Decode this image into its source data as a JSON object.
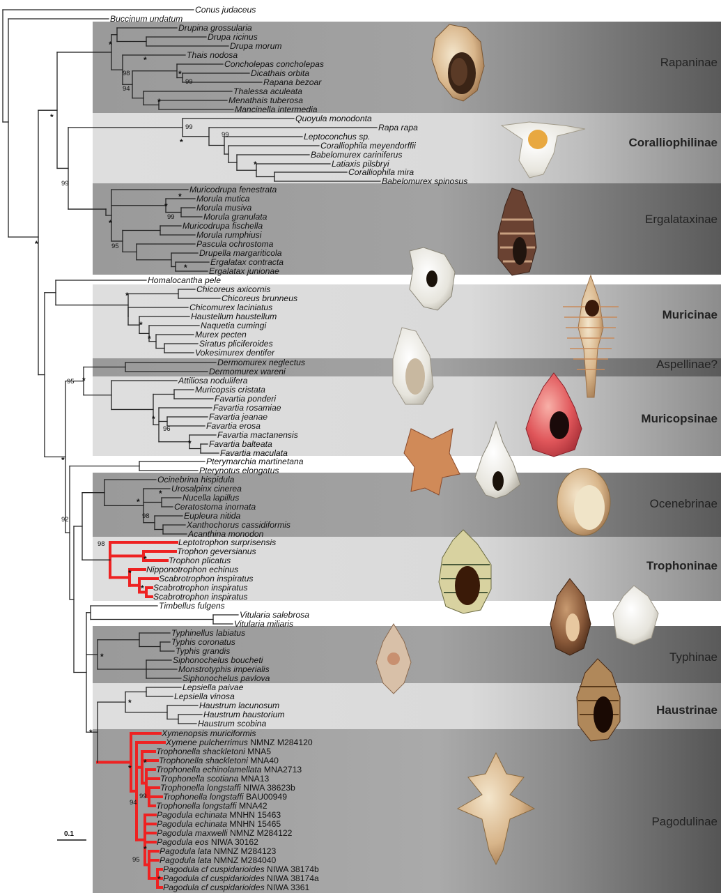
{
  "colors": {
    "highlight": "#ee2222",
    "branch": "#222222"
  },
  "scale_label": "0.1",
  "subfamilies": [
    {
      "name": "Rapaninae",
      "bold": false
    },
    {
      "name": "Coralliophilinae",
      "bold": true
    },
    {
      "name": "Ergalataxinae",
      "bold": false
    },
    {
      "name": "Muricinae",
      "bold": true
    },
    {
      "name": "Aspellinae?",
      "bold": false
    },
    {
      "name": "Muricopsinae",
      "bold": true
    },
    {
      "name": "Ocenebrinae",
      "bold": false
    },
    {
      "name": "Trophoninae",
      "bold": true
    },
    {
      "name": "Typhinae",
      "bold": false
    },
    {
      "name": "Haustrinae",
      "bold": true
    },
    {
      "name": "Pagodulinae",
      "bold": false
    }
  ],
  "taxa": [
    {
      "name": "Conus judaceus",
      "suffix": ""
    },
    {
      "name": "Buccinum undatum",
      "suffix": ""
    },
    {
      "name": "Drupina grossularia",
      "suffix": ""
    },
    {
      "name": "Drupa ricinus",
      "suffix": ""
    },
    {
      "name": "Drupa morum",
      "suffix": ""
    },
    {
      "name": "Thais nodosa",
      "suffix": ""
    },
    {
      "name": "Concholepas concholepas",
      "suffix": ""
    },
    {
      "name": "Dicathais orbita",
      "suffix": ""
    },
    {
      "name": "Rapana bezoar",
      "suffix": ""
    },
    {
      "name": "Thalessa aculeata",
      "suffix": ""
    },
    {
      "name": "Menathais tuberosa",
      "suffix": ""
    },
    {
      "name": "Mancinella intermedia",
      "suffix": ""
    },
    {
      "name": "Quoyula monodonta",
      "suffix": ""
    },
    {
      "name": "Rapa rapa",
      "suffix": ""
    },
    {
      "name": "Leptoconchus sp.",
      "suffix": ""
    },
    {
      "name": "Coralliophila meyendorffii",
      "suffix": ""
    },
    {
      "name": "Babelomurex cariniferus",
      "suffix": ""
    },
    {
      "name": "Latiaxis pilsbryi",
      "suffix": ""
    },
    {
      "name": "Coralliophila mira",
      "suffix": ""
    },
    {
      "name": "Babelomurex spinosus",
      "suffix": ""
    },
    {
      "name": "Muricodrupa fenestrata",
      "suffix": ""
    },
    {
      "name": "Morula mutica",
      "suffix": ""
    },
    {
      "name": "Morula musiva",
      "suffix": ""
    },
    {
      "name": "Morula granulata",
      "suffix": ""
    },
    {
      "name": "Muricodrupa fischella",
      "suffix": ""
    },
    {
      "name": "Morula rumphiusi",
      "suffix": ""
    },
    {
      "name": "Pascula ochrostoma",
      "suffix": ""
    },
    {
      "name": "Drupella margariticola",
      "suffix": ""
    },
    {
      "name": "Ergalatax contracta",
      "suffix": ""
    },
    {
      "name": "Ergalatax junionae",
      "suffix": ""
    },
    {
      "name": "Homalocantha pele",
      "suffix": ""
    },
    {
      "name": "Chicoreus axicornis",
      "suffix": ""
    },
    {
      "name": "Chicoreus brunneus",
      "suffix": ""
    },
    {
      "name": "Chicomurex laciniatus",
      "suffix": ""
    },
    {
      "name": "Haustellum haustellum",
      "suffix": ""
    },
    {
      "name": "Naquetia cumingi",
      "suffix": ""
    },
    {
      "name": "Murex pecten",
      "suffix": ""
    },
    {
      "name": "Siratus pliciferoides",
      "suffix": ""
    },
    {
      "name": "Vokesimurex dentifer",
      "suffix": ""
    },
    {
      "name": "Dermomurex neglectus",
      "suffix": ""
    },
    {
      "name": "Dermomurex wareni",
      "suffix": ""
    },
    {
      "name": "Attiliosa nodulifera",
      "suffix": ""
    },
    {
      "name": "Muricopsis cristata",
      "suffix": ""
    },
    {
      "name": "Favartia ponderi",
      "suffix": ""
    },
    {
      "name": "Favartia rosamiae",
      "suffix": ""
    },
    {
      "name": "Favartia jeanae",
      "suffix": ""
    },
    {
      "name": "Favartia erosa",
      "suffix": ""
    },
    {
      "name": "Favartia mactanensis",
      "suffix": ""
    },
    {
      "name": "Favartia balteata",
      "suffix": ""
    },
    {
      "name": "Favartia maculata",
      "suffix": ""
    },
    {
      "name": "Pterymarchia martinetana",
      "suffix": ""
    },
    {
      "name": "Pterynotus elongatus",
      "suffix": ""
    },
    {
      "name": "Ocinebrina hispidula",
      "suffix": ""
    },
    {
      "name": "Urosalpinx cinerea",
      "suffix": ""
    },
    {
      "name": "Nucella lapillus",
      "suffix": ""
    },
    {
      "name": "Ceratostoma inornata",
      "suffix": ""
    },
    {
      "name": "Eupleura nitida",
      "suffix": ""
    },
    {
      "name": "Xanthochorus cassidiformis",
      "suffix": ""
    },
    {
      "name": "Acanthina monodon",
      "suffix": ""
    },
    {
      "name": "Leptotrophon surprisensis",
      "suffix": ""
    },
    {
      "name": "Trophon geversianus",
      "suffix": ""
    },
    {
      "name": "Trophon plicatus",
      "suffix": ""
    },
    {
      "name": "Nipponotrophon echinus",
      "suffix": ""
    },
    {
      "name": "Scabrotrophon inspiratus",
      "suffix": ""
    },
    {
      "name": "Scabrotrophon inspiratus",
      "suffix": ""
    },
    {
      "name": "Scabrotrophon inspiratus",
      "suffix": ""
    },
    {
      "name": "Timbellus fulgens",
      "suffix": ""
    },
    {
      "name": "Vitularia salebrosa",
      "suffix": ""
    },
    {
      "name": "Vitularia miliaris",
      "suffix": ""
    },
    {
      "name": "Typhinellus labiatus",
      "suffix": ""
    },
    {
      "name": "Typhis coronatus",
      "suffix": ""
    },
    {
      "name": "Typhis grandis",
      "suffix": ""
    },
    {
      "name": "Siphonochelus boucheti",
      "suffix": ""
    },
    {
      "name": "Monstrotyphis imperialis",
      "suffix": ""
    },
    {
      "name": "Siphonochelus pavlova",
      "suffix": ""
    },
    {
      "name": "Lepsiella paivae",
      "suffix": ""
    },
    {
      "name": "Lepsiella vinosa",
      "suffix": ""
    },
    {
      "name": "Haustrum lacunosum",
      "suffix": ""
    },
    {
      "name": "Haustrum haustorium",
      "suffix": ""
    },
    {
      "name": "Haustrum scobina",
      "suffix": ""
    },
    {
      "name": "Xymenopsis muriciformis",
      "suffix": ""
    },
    {
      "name": "Xymene pulcherrimus",
      "suffix": "NMNZ M284120"
    },
    {
      "name": "Trophonella shackletoni",
      "suffix": "MNA5"
    },
    {
      "name": "Trophonella shackletoni",
      "suffix": "MNA40"
    },
    {
      "name": "Trophonella echinolamellata",
      "suffix": "MNA2713"
    },
    {
      "name": "Trophonella scotiana",
      "suffix": "MNA13"
    },
    {
      "name": "Trophonella longstaffi",
      "suffix": "NIWA 38623b"
    },
    {
      "name": "Trophonella longstaffi",
      "suffix": "BAU00949"
    },
    {
      "name": "Trophonella longstaffi",
      "suffix": "MNA42"
    },
    {
      "name": "Pagodula echinata",
      "suffix": "MNHN 15463"
    },
    {
      "name": "Pagodula echinata",
      "suffix": "MNHN 15465"
    },
    {
      "name": "Pagodula maxwelli",
      "suffix": "NMNZ M284122"
    },
    {
      "name": "Pagodula eos",
      "suffix": "NIWA 30162"
    },
    {
      "name": "Pagodula lata",
      "suffix": "NMNZ M284123"
    },
    {
      "name": "Pagodula lata",
      "suffix": "NMNZ M284040"
    },
    {
      "name": "Pagodula cf cuspidarioides",
      "suffix": "NIWA 38174b"
    },
    {
      "name": "Pagodula cf cuspidarioides",
      "suffix": "NIWA 38174a"
    },
    {
      "name": "Pagodula cf cuspidarioides",
      "suffix": "NIWA 3361"
    }
  ],
  "support_values": [
    "98",
    "94",
    "99",
    "99",
    "99",
    "95",
    "99",
    "99",
    "96",
    "98",
    "98",
    "95",
    "99",
    "94",
    "95",
    "92"
  ],
  "star_symbol": "*"
}
